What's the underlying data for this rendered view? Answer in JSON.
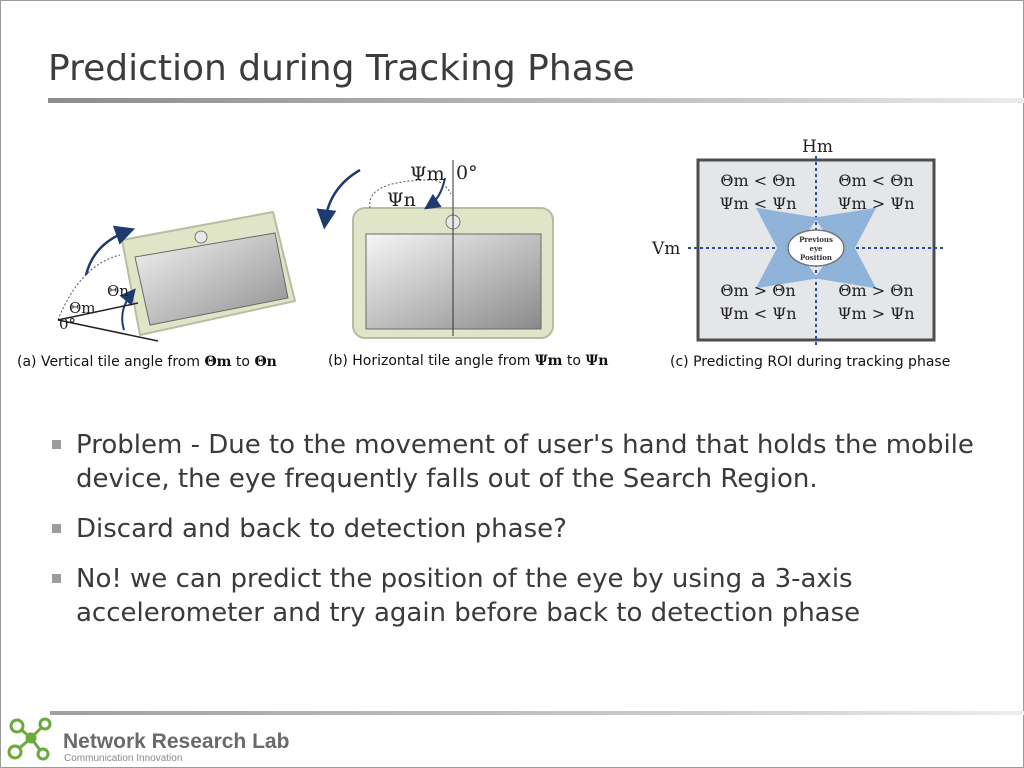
{
  "slide": {
    "title": "Prediction during Tracking Phase"
  },
  "figures": {
    "a": {
      "caption_prefix": "(a) Vertical tile angle from ",
      "sym_from": "Θm",
      "mid": " to ",
      "sym_to": "Θn",
      "labels": {
        "theta_m": "Θm",
        "theta_n": "Θn",
        "zero": "0°"
      }
    },
    "b": {
      "caption_prefix": "(b) Horizontal tile angle from ",
      "sym_from": "Ψm",
      "mid": " to ",
      "sym_to": "Ψn",
      "labels": {
        "psi_m": "Ψm",
        "psi_n": "Ψn",
        "zero": "0°"
      }
    },
    "c": {
      "caption": "(c) Predicting ROI during tracking phase",
      "axis_h": "Hm",
      "axis_v": "Vm",
      "center_lines": [
        "Previous",
        "eye",
        "Position"
      ],
      "quadrants": {
        "top_left": [
          "Θm < Θn",
          "Ψm < Ψn"
        ],
        "top_right": [
          "Θm < Θn",
          "Ψm > Ψn"
        ],
        "bottom_left": [
          "Θm > Θn",
          "Ψm < Ψn"
        ],
        "bottom_right": [
          "Θm > Θn",
          "Ψm > Ψn"
        ]
      }
    }
  },
  "bullets": [
    "Problem - Due to the movement of user's hand that holds the mobile device, the eye frequently falls out of the Search Region.",
    "Discard and back to detection phase?",
    "No! we can predict the position of the eye by using a 3-axis accelerometer and try again before back to detection phase"
  ],
  "footer": {
    "lab_name": "Network Research Lab",
    "tagline": "Communication Innovation"
  },
  "colors": {
    "arrow_navy": "#1f3a6e",
    "device_body": "#dfe5c6",
    "roi_axis": "#2a4f9c",
    "logo_green": "#6aaa3a"
  }
}
